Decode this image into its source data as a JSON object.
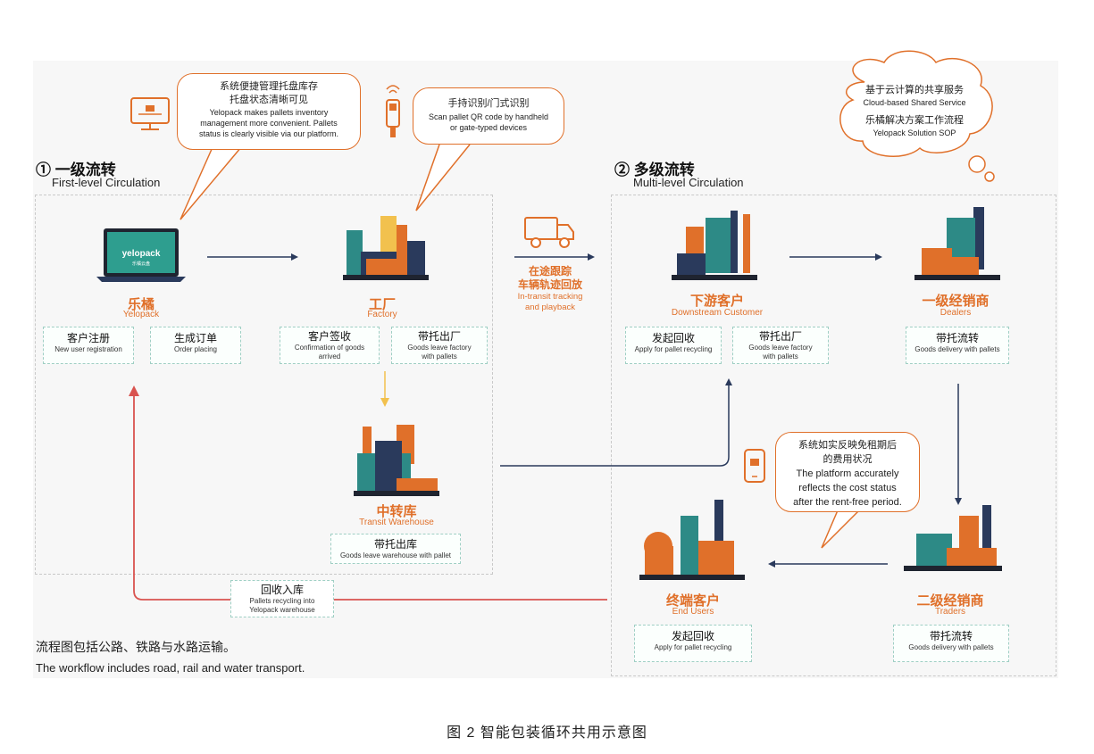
{
  "sections": {
    "first": {
      "title": "① 一级流转",
      "subtitle": "First-level Circulation"
    },
    "multi": {
      "title": "② 多级流转",
      "subtitle": "Multi-level Circulation"
    }
  },
  "bubbles": {
    "platform": {
      "cn1": "系统便捷管理托盘库存",
      "cn2": "托盘状态清晰可见",
      "en1": "Yelopack makes pallets inventory",
      "en2": "management more convenient. Pallets",
      "en3": "status is clearly visible via our platform."
    },
    "scan": {
      "cn": "手持识别/门式识别",
      "en1": "Scan pallet QR code by handheld",
      "en2": "or gate-typed devices"
    },
    "cloud": {
      "cn1": "基于云计算的共享服务",
      "en1": "Cloud-based Shared Service",
      "cn2": "乐橘解决方案工作流程",
      "en2": "Yelopack Solution SOP"
    },
    "cost": {
      "cn1": "系统如实反映免租期后",
      "cn2": "的费用状况",
      "en1": "The platform accurately",
      "en2": "reflects the cost status",
      "en3": "after the rent-free period."
    }
  },
  "nodes": {
    "yelopack": {
      "cn": "乐橘",
      "en": "Yelopack",
      "screen_text": "yelopack",
      "screen_sub": "乐橘云盘"
    },
    "factory": {
      "cn": "工厂",
      "en": "Factory"
    },
    "transit": {
      "cn": "中转库",
      "en": "Transit Warehouse"
    },
    "downstream": {
      "cn": "下游客户",
      "en": "Downstream  Customer"
    },
    "dealers": {
      "cn": "一级经销商",
      "en": "Dealers"
    },
    "end_users": {
      "cn": "终端客户",
      "en": "End Users"
    },
    "traders": {
      "cn": "二级经销商",
      "en": "Traders"
    }
  },
  "tags": {
    "register": {
      "cn": "客户注册",
      "en": "New user registration"
    },
    "order": {
      "cn": "生成订单",
      "en": "Order placing"
    },
    "confirm": {
      "cn": "客户签收",
      "en1": "Confirmation of goods",
      "en2": "arrived"
    },
    "leave_factory": {
      "cn": "带托出厂",
      "en1": "Goods leave factory",
      "en2": "with pallets"
    },
    "leave_warehouse": {
      "cn": "带托出库",
      "en": "Goods leave warehouse with pallet"
    },
    "recycle_down": {
      "cn": "发起回收",
      "en": "Apply for pallet recycling"
    },
    "leave_factory2": {
      "cn": "带托出厂",
      "en1": "Goods leave factory",
      "en2": "with pallets"
    },
    "dealer_flow": {
      "cn": "带托流转",
      "en": "Goods delivery with pallets"
    },
    "recycle_end": {
      "cn": "发起回收",
      "en": "Apply for pallet recycling"
    },
    "trader_flow": {
      "cn": "带托流转",
      "en": "Goods delivery with pallets"
    },
    "recycle_in": {
      "cn": "回收入库",
      "en1": "Pallets recycling into",
      "en2": "Yelopack warehouse"
    }
  },
  "transit_label": {
    "cn1": "在途跟踪",
    "cn2": "车辆轨迹回放",
    "en1": "In-transit tracking",
    "en2": "and playback"
  },
  "footnote": {
    "cn": "流程图包括公路、铁路与水路运输。",
    "en": "The workflow includes road, rail and water transport."
  },
  "caption": "图 2  智能包装循环共用示意图",
  "colors": {
    "orange": "#e0702a",
    "teal": "#2d8a86",
    "navy": "#2a3a5c",
    "red_line": "#d9534f",
    "yellow": "#f2c14e"
  }
}
